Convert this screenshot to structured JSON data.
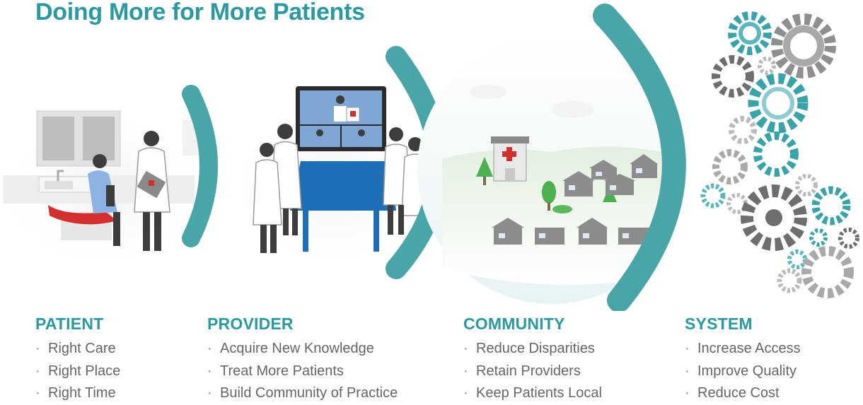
{
  "title": "Doing More for More Patients",
  "colors": {
    "teal": "#2a9aa0",
    "arc": "#4aa5a8",
    "text": "#666666",
    "table_blue": "#1f6fb8",
    "gear_dark": "#6d6e70",
    "gear_light": "#a7a9ab"
  },
  "sections": [
    {
      "heading": "PATIENT",
      "items": [
        "Right Care",
        "Right Place",
        "Right Time"
      ]
    },
    {
      "heading": "PROVIDER",
      "items": [
        "Acquire New Knowledge",
        "Treat More Patients",
        "Build Community of Practice"
      ]
    },
    {
      "heading": "COMMUNITY",
      "items": [
        "Reduce Disparities",
        "Retain Providers",
        "Keep Patients Local"
      ]
    },
    {
      "heading": "SYSTEM",
      "items": [
        "Increase Access",
        "Improve Quality",
        "Reduce Cost"
      ]
    }
  ],
  "icons": [
    "exam-room-illustration",
    "telemedicine-meeting-illustration",
    "village-illustration",
    "gears-illustration",
    "arc-connector-icon"
  ]
}
